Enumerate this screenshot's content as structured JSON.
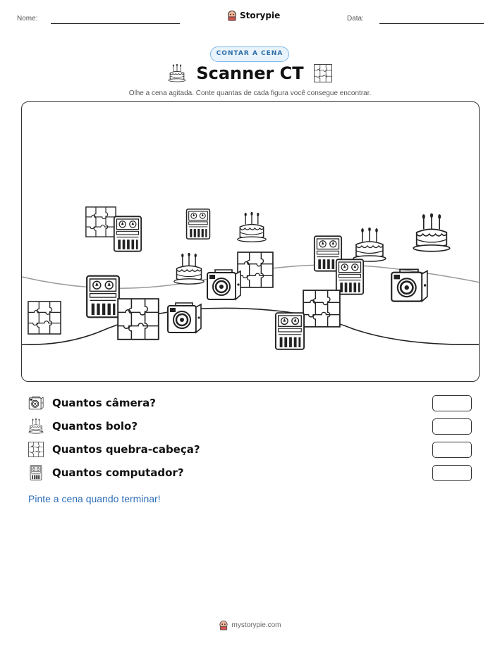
{
  "header": {
    "name_label": "Nome:",
    "date_label": "Data:",
    "brand": "Storypie"
  },
  "badge": "CONTAR A CENA",
  "title": "Scanner CT",
  "subtitle": "Olhe a cena agitada. Conte quantas de cada figura você consegue encontrar.",
  "scene": {
    "items": [
      {
        "kind": "puzzle",
        "name": "scene-puzzle-1"
      },
      {
        "kind": "computer",
        "name": "scene-computer-1"
      },
      {
        "kind": "computer",
        "name": "scene-computer-2"
      },
      {
        "kind": "cake",
        "name": "scene-cake-1"
      },
      {
        "kind": "computer",
        "name": "scene-computer-3"
      },
      {
        "kind": "cake",
        "name": "scene-cake-2"
      },
      {
        "kind": "cake",
        "name": "scene-cake-3"
      },
      {
        "kind": "cake",
        "name": "scene-cake-4"
      },
      {
        "kind": "puzzle",
        "name": "scene-puzzle-2"
      },
      {
        "kind": "camera",
        "name": "scene-camera-1"
      },
      {
        "kind": "computer",
        "name": "scene-computer-4"
      },
      {
        "kind": "computer",
        "name": "scene-computer-5"
      },
      {
        "kind": "camera",
        "name": "scene-camera-2"
      },
      {
        "kind": "puzzle",
        "name": "scene-puzzle-3"
      },
      {
        "kind": "puzzle",
        "name": "scene-puzzle-4"
      },
      {
        "kind": "camera",
        "name": "scene-camera-3"
      },
      {
        "kind": "puzzle",
        "name": "scene-puzzle-5"
      },
      {
        "kind": "computer",
        "name": "scene-computer-6"
      }
    ]
  },
  "questions": [
    {
      "icon": "camera-icon",
      "text": "Quantos câmera?"
    },
    {
      "icon": "cake-icon",
      "text": "Quantos bolo?"
    },
    {
      "icon": "puzzle-icon",
      "text": "Quantos quebra-cabeça?"
    },
    {
      "icon": "computer-icon",
      "text": "Quantos computador?"
    }
  ],
  "footer_note": "Pinte a cena quando terminar!",
  "footer": "mystorypie.com",
  "colors": {
    "accent": "#2f6fb8",
    "badge_border": "#7cb6e8",
    "badge_bg": "#e8f3fc"
  }
}
